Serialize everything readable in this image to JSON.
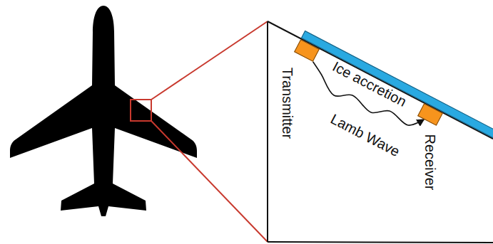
{
  "diagram": {
    "nodes": [
      {
        "text": [
          "Ice accretion"
        ]
      },
      {
        "text": [
          "Transmitter"
        ]
      },
      {
        "text": [
          "Receiver"
        ]
      }
    ],
    "edges": [
      {
        "from": 1,
        "to": 2,
        "arrow": "to",
        "label": "Lamb Wave"
      }
    ]
  }
}
